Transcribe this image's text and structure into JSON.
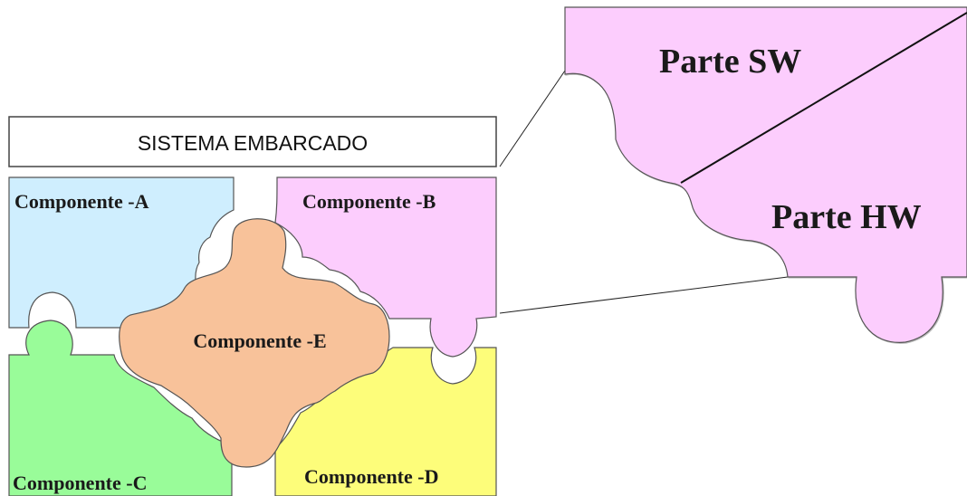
{
  "title": "SISTEMA EMBARCADO",
  "components": {
    "a": {
      "label": "Componente -A",
      "color": "#cfeefe"
    },
    "b": {
      "label": "Componente -B",
      "color": "#fccdfd"
    },
    "c": {
      "label": "Componente -C",
      "color": "#99fc99"
    },
    "d": {
      "label": "Componente -D",
      "color": "#fdfd7a"
    },
    "e": {
      "label": "Componente -E",
      "color": "#f8c29a"
    }
  },
  "zoom": {
    "sw_label": "Parte SW",
    "hw_label": "Parte HW",
    "color": "#fccdfd"
  }
}
